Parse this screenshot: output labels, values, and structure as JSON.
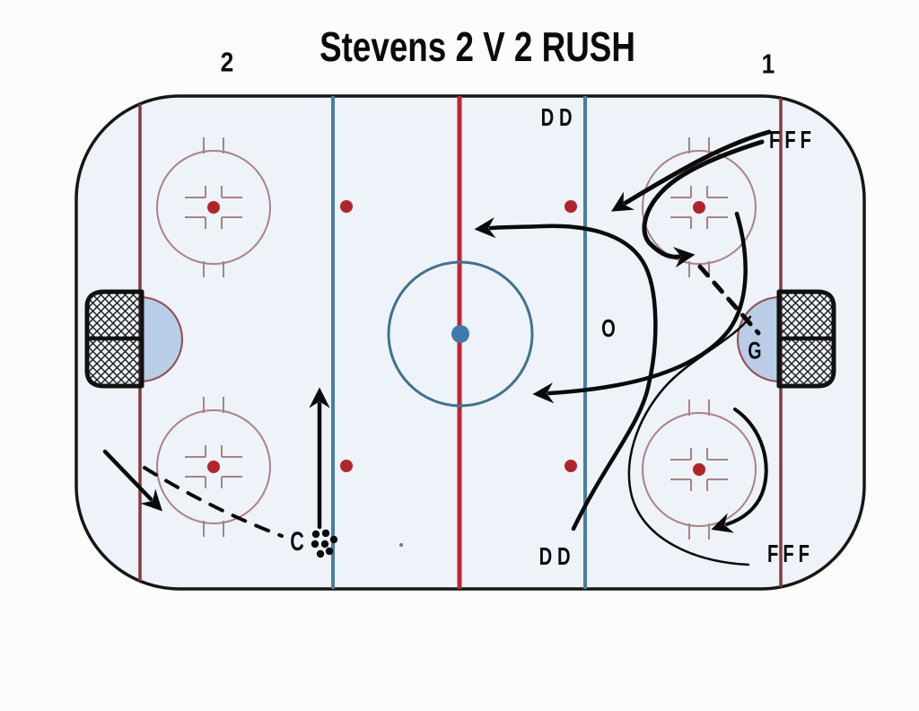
{
  "title": "Stevens 2 V 2 RUSH",
  "zones": {
    "left_number": "2",
    "right_number": "1"
  },
  "players": {
    "defense_top": "DD",
    "defense_bottom": "DD",
    "forwards_top": "FFF",
    "forwards_bottom": "FFF",
    "opponent": "O",
    "goalie": "G",
    "coach": "C"
  },
  "equipment": {
    "puck_count": 7
  },
  "colors": {
    "ice": "#edf3f8",
    "boards": "#161616",
    "blue_line": "#4a7da3",
    "center_line": "#c02530",
    "goal_line": "#863a40",
    "faceoff_circle": "#ad8084",
    "faceoff_dot": "#b3242a",
    "center_circle": "#41718e",
    "center_dot": "#3f7cad",
    "crease_fill": "#b9cde7",
    "crease_edge": "#964a52",
    "arrow": "#0a0a0a"
  }
}
